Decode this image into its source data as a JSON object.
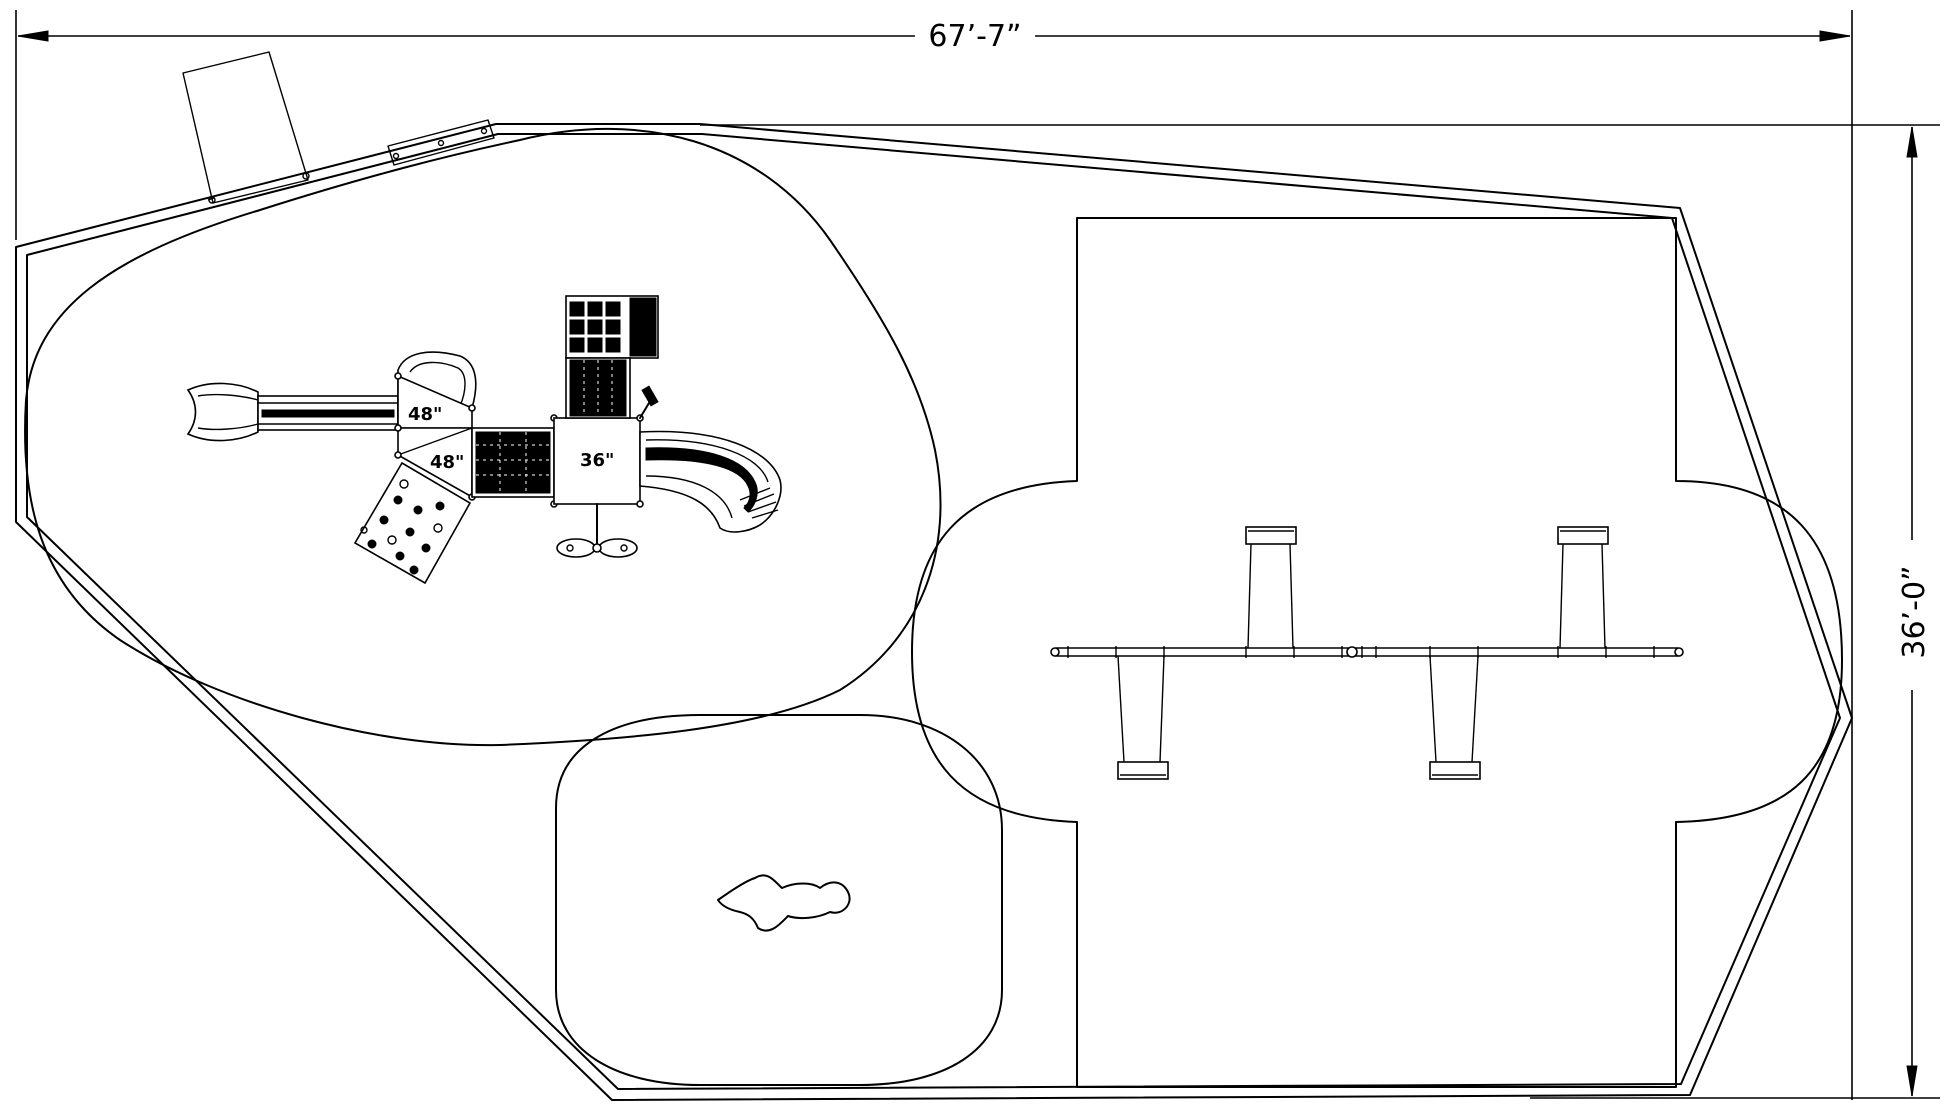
{
  "dimensions": {
    "width_label": "67’-7”",
    "depth_label": "36’-0”"
  },
  "decks": {
    "upper_left": "48\"",
    "lower_left": "48\"",
    "center": "36\""
  }
}
